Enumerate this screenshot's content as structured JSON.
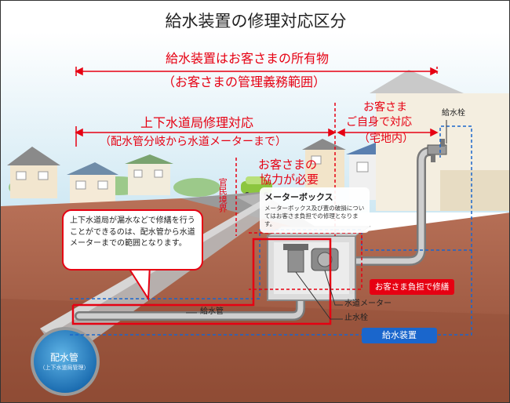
{
  "title": "給水装置の修理対応区分",
  "owner": {
    "line1": "給水装置はお客さまの所有物",
    "line2": "（お客さまの管理義務範囲）"
  },
  "bureau": {
    "line1": "上下水道局修理対応",
    "line2": "（配水管分岐から水道メーターまで）"
  },
  "customer_self": {
    "line1": "お客さま",
    "line2": "ご自身で対応",
    "line3": "（宅地内）"
  },
  "cooperation": {
    "line1": "お客さまの",
    "line2": "協力が必要"
  },
  "boundary_label": "官民境界",
  "faucet_label": "給水栓",
  "callout_text": "上下水道局が漏水などで修繕を行うことができるのは、配水管から水道メーターまでの範囲となります。",
  "meter_box": {
    "title": "メーターボックス",
    "desc": "メーターボックス及び蓋の破損についてはお客さま負担での修理となります。"
  },
  "customer_cost_badge": "お客さま負担で修繕",
  "water_meter_label": "水道メーター",
  "stop_valve_label": "止水栓",
  "supply_pipe_label": "給水管",
  "supply_device_badge": "給水装置",
  "main_pipe": {
    "label": "配水管",
    "sub": "（上下水道局管理）"
  },
  "colors": {
    "red": "#e60012",
    "blue": "#1a66cc",
    "ground": "#a8624a",
    "sky": "#cfe8f3"
  }
}
